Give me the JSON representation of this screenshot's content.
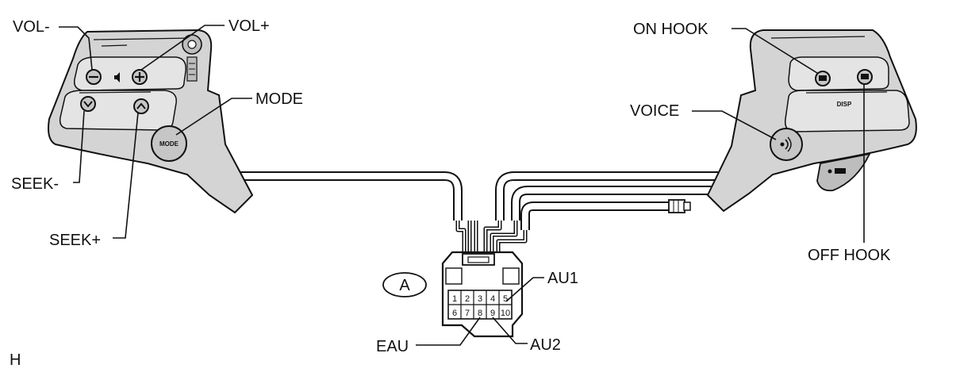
{
  "labels": {
    "vol_minus": "VOL-",
    "vol_plus": "VOL+",
    "mode": "MODE",
    "seek_minus": "SEEK-",
    "seek_plus": "SEEK+",
    "on_hook": "ON HOOK",
    "voice": "VOICE",
    "off_hook": "OFF HOOK",
    "au1": "AU1",
    "au2": "AU2",
    "eau": "EAU",
    "connector_id": "A",
    "corner_mark": "H"
  },
  "switch_text": {
    "mode_button": "MODE",
    "disp_button": "DISP"
  },
  "connector_pins": {
    "top_row": [
      "1",
      "2",
      "3",
      "4",
      "5"
    ],
    "bottom_row": [
      "6",
      "7",
      "8",
      "9",
      "10"
    ]
  }
}
